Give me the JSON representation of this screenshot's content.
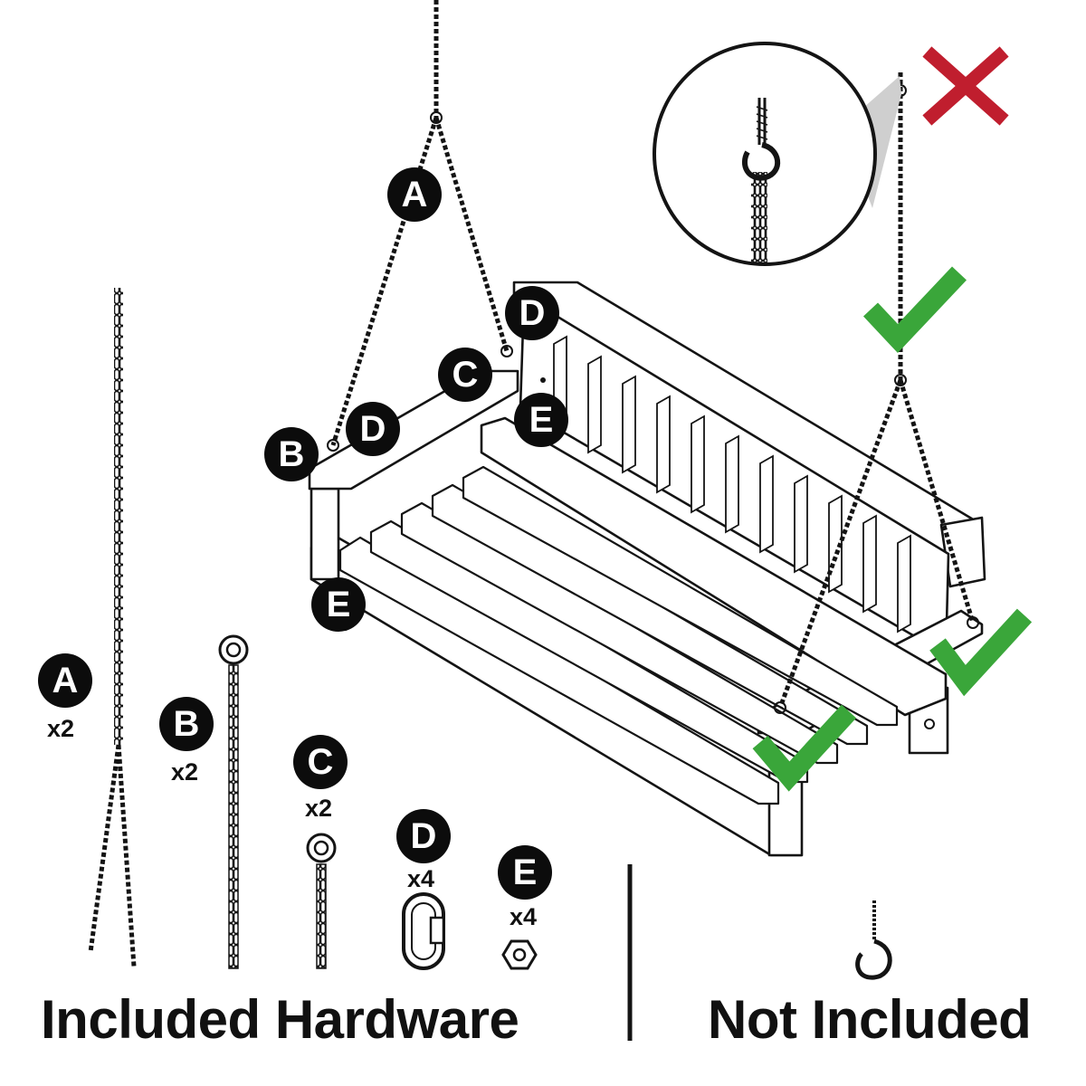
{
  "colors": {
    "ink": "#141414",
    "check": "#3aa63a",
    "cross": "#c01e2e"
  },
  "icons": {
    "correct": "check-icon",
    "wrong": "cross-icon"
  },
  "labels": {
    "A": "A",
    "B": "B",
    "C": "C",
    "D": "D",
    "E": "E"
  },
  "hardware": [
    {
      "letter": "A",
      "qty": "x2"
    },
    {
      "letter": "B",
      "qty": "x2"
    },
    {
      "letter": "C",
      "qty": "x2"
    },
    {
      "letter": "D",
      "qty": "x4"
    },
    {
      "letter": "E",
      "qty": "x4"
    }
  ],
  "footer": {
    "included": "Included Hardware",
    "not_included": "Not Included"
  }
}
